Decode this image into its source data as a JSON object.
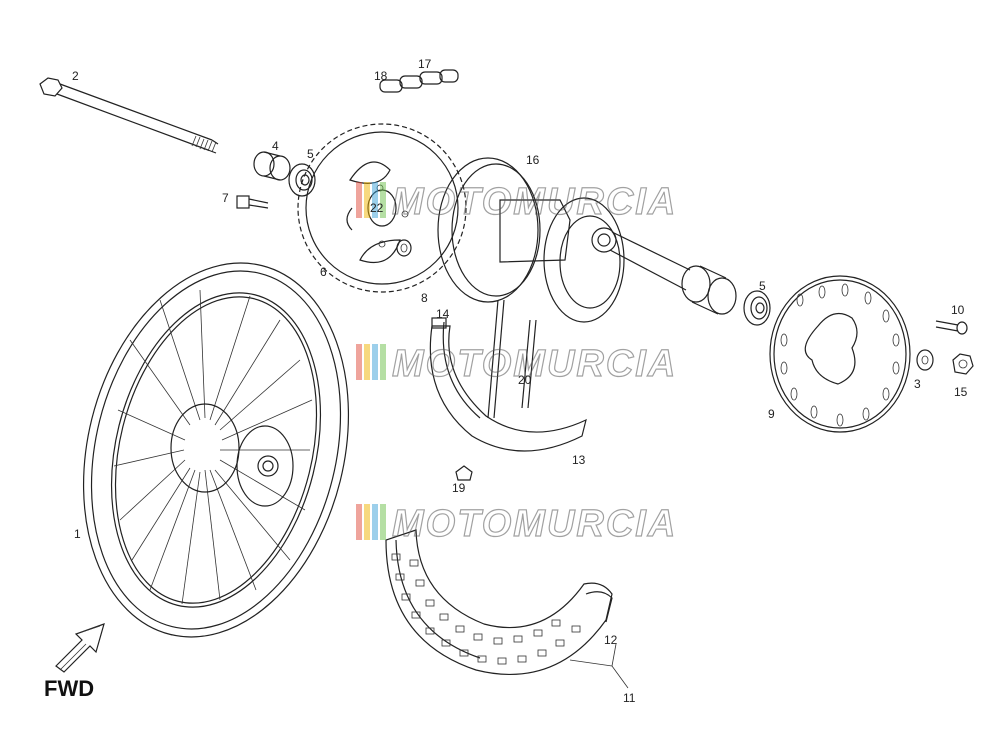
{
  "labels": {
    "p1": "1",
    "p2": "2",
    "p3": "3",
    "p4": "4",
    "p5a": "5",
    "p5b": "5",
    "p6": "6",
    "p7": "7",
    "p8": "8",
    "p9": "9",
    "p10": "10",
    "p11": "11",
    "p12": "12",
    "p13": "13",
    "p14": "14",
    "p15": "15",
    "p16": "16",
    "p17": "17",
    "p18": "18",
    "p19": "19",
    "p20": "20",
    "p22": "22"
  },
  "fwd_label": "FWD",
  "watermark": "MOTOMURCIA",
  "colors": {
    "line": "#222222",
    "watermark_stripes": [
      "#e04a3a",
      "#f0b400",
      "#3aa0d8",
      "#6cbf4a"
    ]
  }
}
